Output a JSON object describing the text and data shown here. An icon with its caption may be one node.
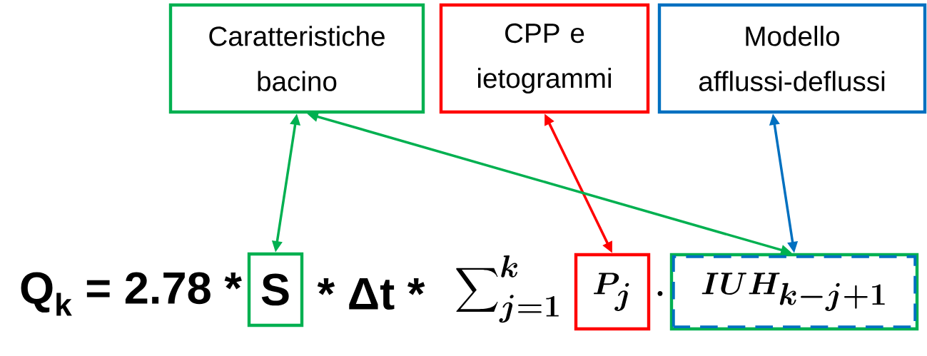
{
  "diagram": {
    "nodes": [
      {
        "text": [
          "Caratteristiche bacino"
        ]
      },
      {
        "text": [
          "CPP e ietogrammi"
        ]
      },
      {
        "text": [
          "Modello afflussi-deflussi"
        ]
      },
      {
        "text": [
          "S"
        ]
      },
      {
        "text": [
          "P_j"
        ]
      },
      {
        "text": [
          "IUH_{k-j+1}"
        ]
      }
    ],
    "edges": [
      {
        "from": 3,
        "to": 0,
        "arrow": "both",
        "color": "#00b050"
      },
      {
        "from": 4,
        "to": 1,
        "arrow": "both",
        "color": "#ff0000"
      },
      {
        "from": 5,
        "to": 2,
        "arrow": "both",
        "color": "#0070c0"
      },
      {
        "from": 5,
        "to": 0,
        "arrow": "both",
        "color": "#00b050"
      }
    ],
    "labels": [
      "Q$_{k}$ = 2.78 *",
      "* Δt *",
      "\\sum_{j=1}^{k}",
      "\\cdot"
    ]
  }
}
